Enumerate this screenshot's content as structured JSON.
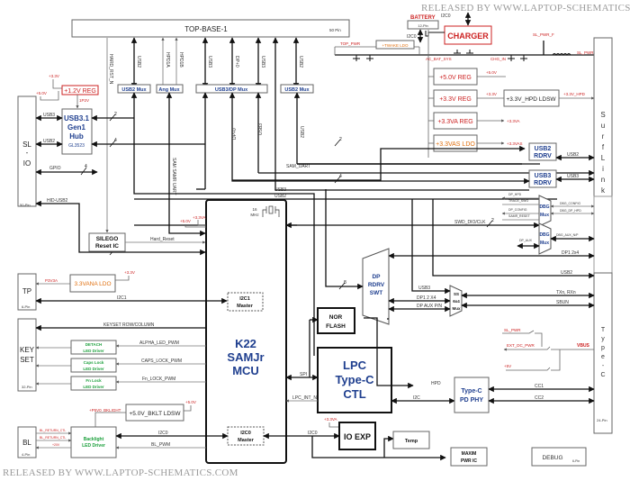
{
  "watermark_top": "RELEASED BY WWW.LAPTOP-SCHEMATICS.COM",
  "watermark_bottom": "RELEASED BY WWW.LAPTOP-SCHEMATICS.COM",
  "top_base": {
    "label": "TOP-BASE-1",
    "pins": "50 Pin"
  },
  "battery": {
    "label": "BATTERY",
    "pins": "12-Pin"
  },
  "charger": {
    "label": "CHARGER"
  },
  "i2c0_top": "I2C0",
  "i2c0_batt": "I2C0",
  "power_nets": {
    "top_pwr": "TOP_PWR",
    "twake_ldo": "+TWAKE LDO",
    "ac_bat_sys": "AC_BAT_SYS",
    "chg_in": "CHG_IN",
    "sl_pwr_f": "SL_PWR_F",
    "sl_pwr": "SL_PWR"
  },
  "regulators": [
    {
      "label": "+5.0V REG",
      "out": "+5.0V"
    },
    {
      "label": "+3.3V REG",
      "out": "+3.3V"
    },
    {
      "label": "+3.3VA REG",
      "out": "+3.3VA"
    },
    {
      "label": "+3.3VAS LDO",
      "out": "+3.3VAS"
    }
  ],
  "hpd_ldsw": {
    "label": "+3.3V_HPD LDSW",
    "out": "+3.3V_HPD"
  },
  "muxes": {
    "usb2_mux_left": "USB2 Mux",
    "ang_mux": "Ang Mux",
    "usb3dp_mux": "USB3/DP Mux",
    "usb2_mux_right": "USB2 Mux"
  },
  "top_signals": [
    "USB2",
    "HPD1A",
    "HPD1B",
    "USB3",
    "DP+0",
    "USB3",
    "USB2"
  ],
  "hard_rst": "HARD_RST_N",
  "reg_1v2": {
    "label": "+1.2V REG",
    "out": "1P2V",
    "in1": "+3.3V",
    "in2": "+5.0V"
  },
  "hub": {
    "line1": "USB3.1",
    "line2": "Gen1",
    "line3": "Hub",
    "part": "GL3523"
  },
  "sl_io": {
    "label1": "SL",
    "label2": "-",
    "label3": "IO",
    "pins": "50-Pin"
  },
  "sl_io_signals": {
    "usb3": "USB3",
    "usb2": "USB2",
    "gpio": "GPIO",
    "hid_usb2": "HID-USB2"
  },
  "bus_widths": {
    "hub_a": "2",
    "hub_b": "4",
    "gpio": "4",
    "rst": "2",
    "rdrv2": "2",
    "rdrv3": "4",
    "swd": "2",
    "dp8": "8"
  },
  "silego": {
    "line1": "SILEGO",
    "line2": "Reset IC",
    "signal": "Hard_Reset"
  },
  "sam_uart_v": "SAM SAMR UART",
  "sam_uart": "SAM_UART",
  "usb3_line": "USB3",
  "usb2_line": "USB2",
  "dp0": "DP+0",
  "usb3_v": "USB3",
  "usb2_v": "USB2",
  "crystal": {
    "freq": "16",
    "unit": "MHz"
  },
  "mcu_rails": {
    "a": "+5.0V",
    "b": "+3.3VA"
  },
  "mcu": {
    "line1": "K22",
    "line2": "SAMJr",
    "line3": "MCU"
  },
  "i2c1_master": {
    "line1": "I2C1",
    "line2": "Master"
  },
  "i2c0_master": {
    "line1": "I2C0",
    "line2": "Master"
  },
  "tp": {
    "label": "TP",
    "pins": "6-Pin",
    "net": "P3V3A",
    "ldo": "3.3VANA LDO",
    "ldo_in": "+3.3V",
    "bus": "I2C1"
  },
  "keyset": {
    "line1": "KEY",
    "line2": "SET",
    "pins": "32-Pin",
    "bus": "KEYSET ROW/COLUMN"
  },
  "led_drivers": [
    {
      "line1": "DETACH",
      "line2": "LED Driver",
      "signal": "ALPHA_LED_PWM"
    },
    {
      "line1": "Caps Lock",
      "line2": "LED Driver",
      "signal": "CAPS_LOCK_PWM"
    },
    {
      "line1": "Fn Lock",
      "line2": "LED Driver",
      "signal": "Fn_LOCK_PWM"
    }
  ],
  "bklt": {
    "ldsw": "+5.0V_BKLT LDSW",
    "in": "+5.0V",
    "out": "+P5V0_BKLIGHT",
    "driver1": "Backlight",
    "driver2": "LED Driver",
    "i2c": "I2C0",
    "pwm": "BL_PWM"
  },
  "bl": {
    "label": "BL",
    "pins": "4-Pin",
    "n1": "BL_RETURN_CTL",
    "n2": "BL_RETURN_CTL",
    "n3": "+20V"
  },
  "usb2_rdrv": {
    "line1": "USB2",
    "line2": "RDRV",
    "sig": "USB2"
  },
  "usb3_rdrv": {
    "line1": "USB3",
    "line2": "RDRV",
    "sig": "USB3"
  },
  "surflink": {
    "letters": [
      "S",
      "u",
      "r",
      "f",
      "L",
      "i",
      "n",
      "k"
    ],
    "pins": "40 Pin"
  },
  "dbg_mux1": {
    "line1": "DBG",
    "line2": "Mux",
    "left": [
      "DP_HPD",
      "TRACE_SWO",
      "DP_CONFIG",
      "SAMR_RESET"
    ],
    "right": [
      "DBG_CONFIG",
      "DBG_DP_HPD"
    ]
  },
  "dbg_mux2": {
    "line1": "DBG",
    "line2": "Mux",
    "left": "DP_AUX",
    "right": "DBG_AUX_N/P"
  },
  "swd": "SWD_DIO/CLK",
  "dp1_2x4": "DP1 2x4",
  "dp_rdrv": {
    "line1": "DP",
    "line2": "RDRV",
    "line3": "SWT"
  },
  "ss_mux": {
    "line1": "SS",
    "line2": "6x4",
    "line3": "Mux",
    "in_usb3": "USB3",
    "in_dp": "DP1 2 X4",
    "in_aux": "DP AUX P/N"
  },
  "typec_sigs": {
    "usb2": "USB2",
    "txrx": "TXn, RXn",
    "sbu": "SBUN",
    "cc1": "CC1",
    "cc2": "CC2",
    "vbus": "VBUS",
    "sl_pwr": "SL_PWR",
    "ext_dc": "EXT_DC_PWR",
    "p5v": "+5V",
    "hpd": "HPD"
  },
  "typec_conn": {
    "letters": [
      "T",
      "y",
      "p",
      "e",
      "-",
      "C"
    ],
    "pins": "24-Pin"
  },
  "nor_flash": {
    "line1": "NOR",
    "line2": "FLASH",
    "spi": "SPI"
  },
  "lpc": {
    "line1": "LPC",
    "line2": "Type-C",
    "line3": "CTL",
    "int": "LPC_INT_N",
    "i2c": "I2C"
  },
  "pd_phy": {
    "line1": "Type-C",
    "line2": "PD PHY"
  },
  "io_exp": {
    "label": "IO EXP",
    "rail": "+3.3VA",
    "i2c": "I2C0"
  },
  "temp": "Temp",
  "maxim": {
    "line1": "MAXIM",
    "line2": "PWR IC"
  },
  "debug": {
    "label": "DEBUG",
    "pins": "6-Pin"
  }
}
